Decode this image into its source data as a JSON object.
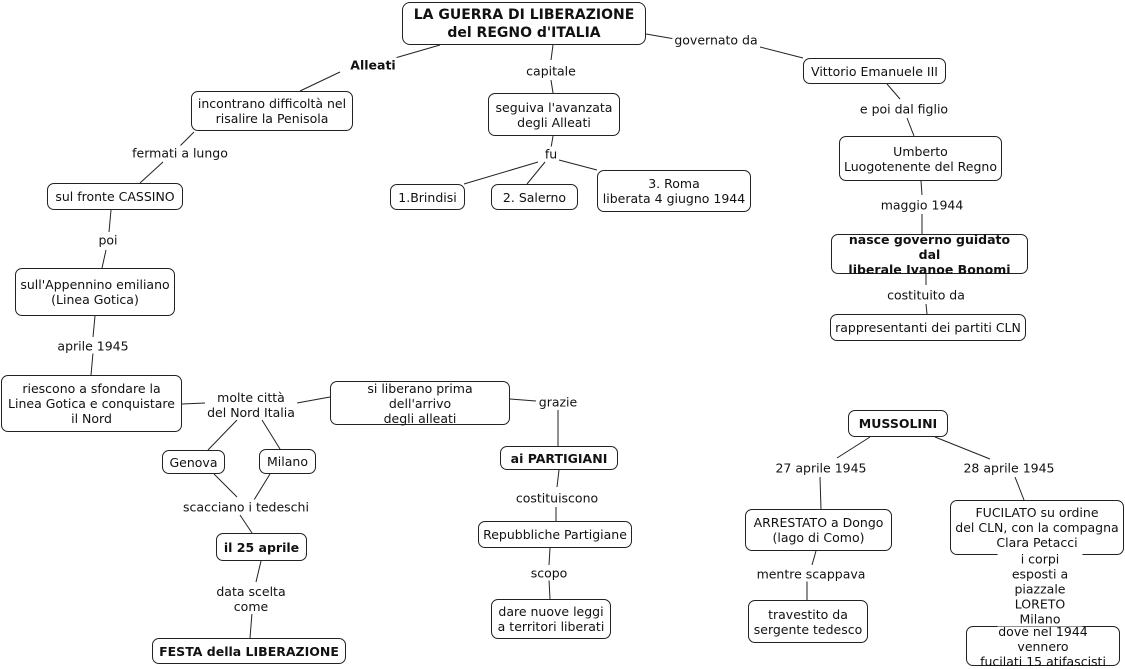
{
  "title": "LA GUERRA DI LIBERAZIONE\ndel REGNO d'ITALIA",
  "nodes": {
    "incontrano": "incontrano difficoltà nel\nrisalire la Penisola",
    "seguiva": "seguiva l'avanzata\ndegli Alleati",
    "vittorio": "Vittorio Emanuele III",
    "umberto": "Umberto\nLuogotenente del Regno",
    "cassino": "sul fronte CASSINO",
    "brindisi": "1.Brindisi",
    "salerno": "2. Salerno",
    "roma": "3. Roma\nliberata 4 giugno 1944",
    "bonomi": "nasce governo guidato dal\nliberale Ivanoe Bonomi",
    "appennino": "sull'Appennino emiliano\n(Linea Gotica)",
    "rappresentanti": "rappresentanti dei partiti CLN",
    "sfondare": "riescono a sfondare la\nLinea Gotica e conquistare\nil Nord",
    "liberano": "si liberano prima dell'arrivo\ndegli alleati",
    "mussolini": "MUSSOLINI",
    "genova": "Genova",
    "milano": "Milano",
    "partigiani": "ai PARTIGIANI",
    "arrestato": "ARRESTATO a Dongo\n(lago di Como)",
    "fucilato": "FUCILATO su ordine\ndel CLN, con la compagna\nClara Petacci",
    "aprile25": "il 25 aprile",
    "repubbliche": "Repubbliche Partigiane",
    "travestito": "travestito da\nsergente tedesco",
    "dare": "dare nuove leggi\na territori liberati",
    "festa": "FESTA della LIBERAZIONE",
    "dove": "dove nel 1944 vennero\nfucilati 15 atifascisti"
  },
  "labels": {
    "governato": "governato da",
    "alleati": "Alleati",
    "capitale": "capitale",
    "poi_figlio": "e poi dal figlio",
    "fermati": "fermati a lungo",
    "fu": "fu",
    "maggio": "maggio 1944",
    "poi": "poi",
    "costituito": "costituito da",
    "aprile1945": "aprile 1945",
    "molte": "molte città\ndel Nord Italia",
    "grazie": "grazie",
    "apr27": "27 aprile 1945",
    "apr28": "28 aprile 1945",
    "scacciano": "scacciano i tedeschi",
    "costituiscono": "costituiscono",
    "mentre": "mentre scappava",
    "corpi": "i corpi esposti a\npiazzale LORETO Milano",
    "scopo": "scopo",
    "data": "data scelta\ncome"
  }
}
